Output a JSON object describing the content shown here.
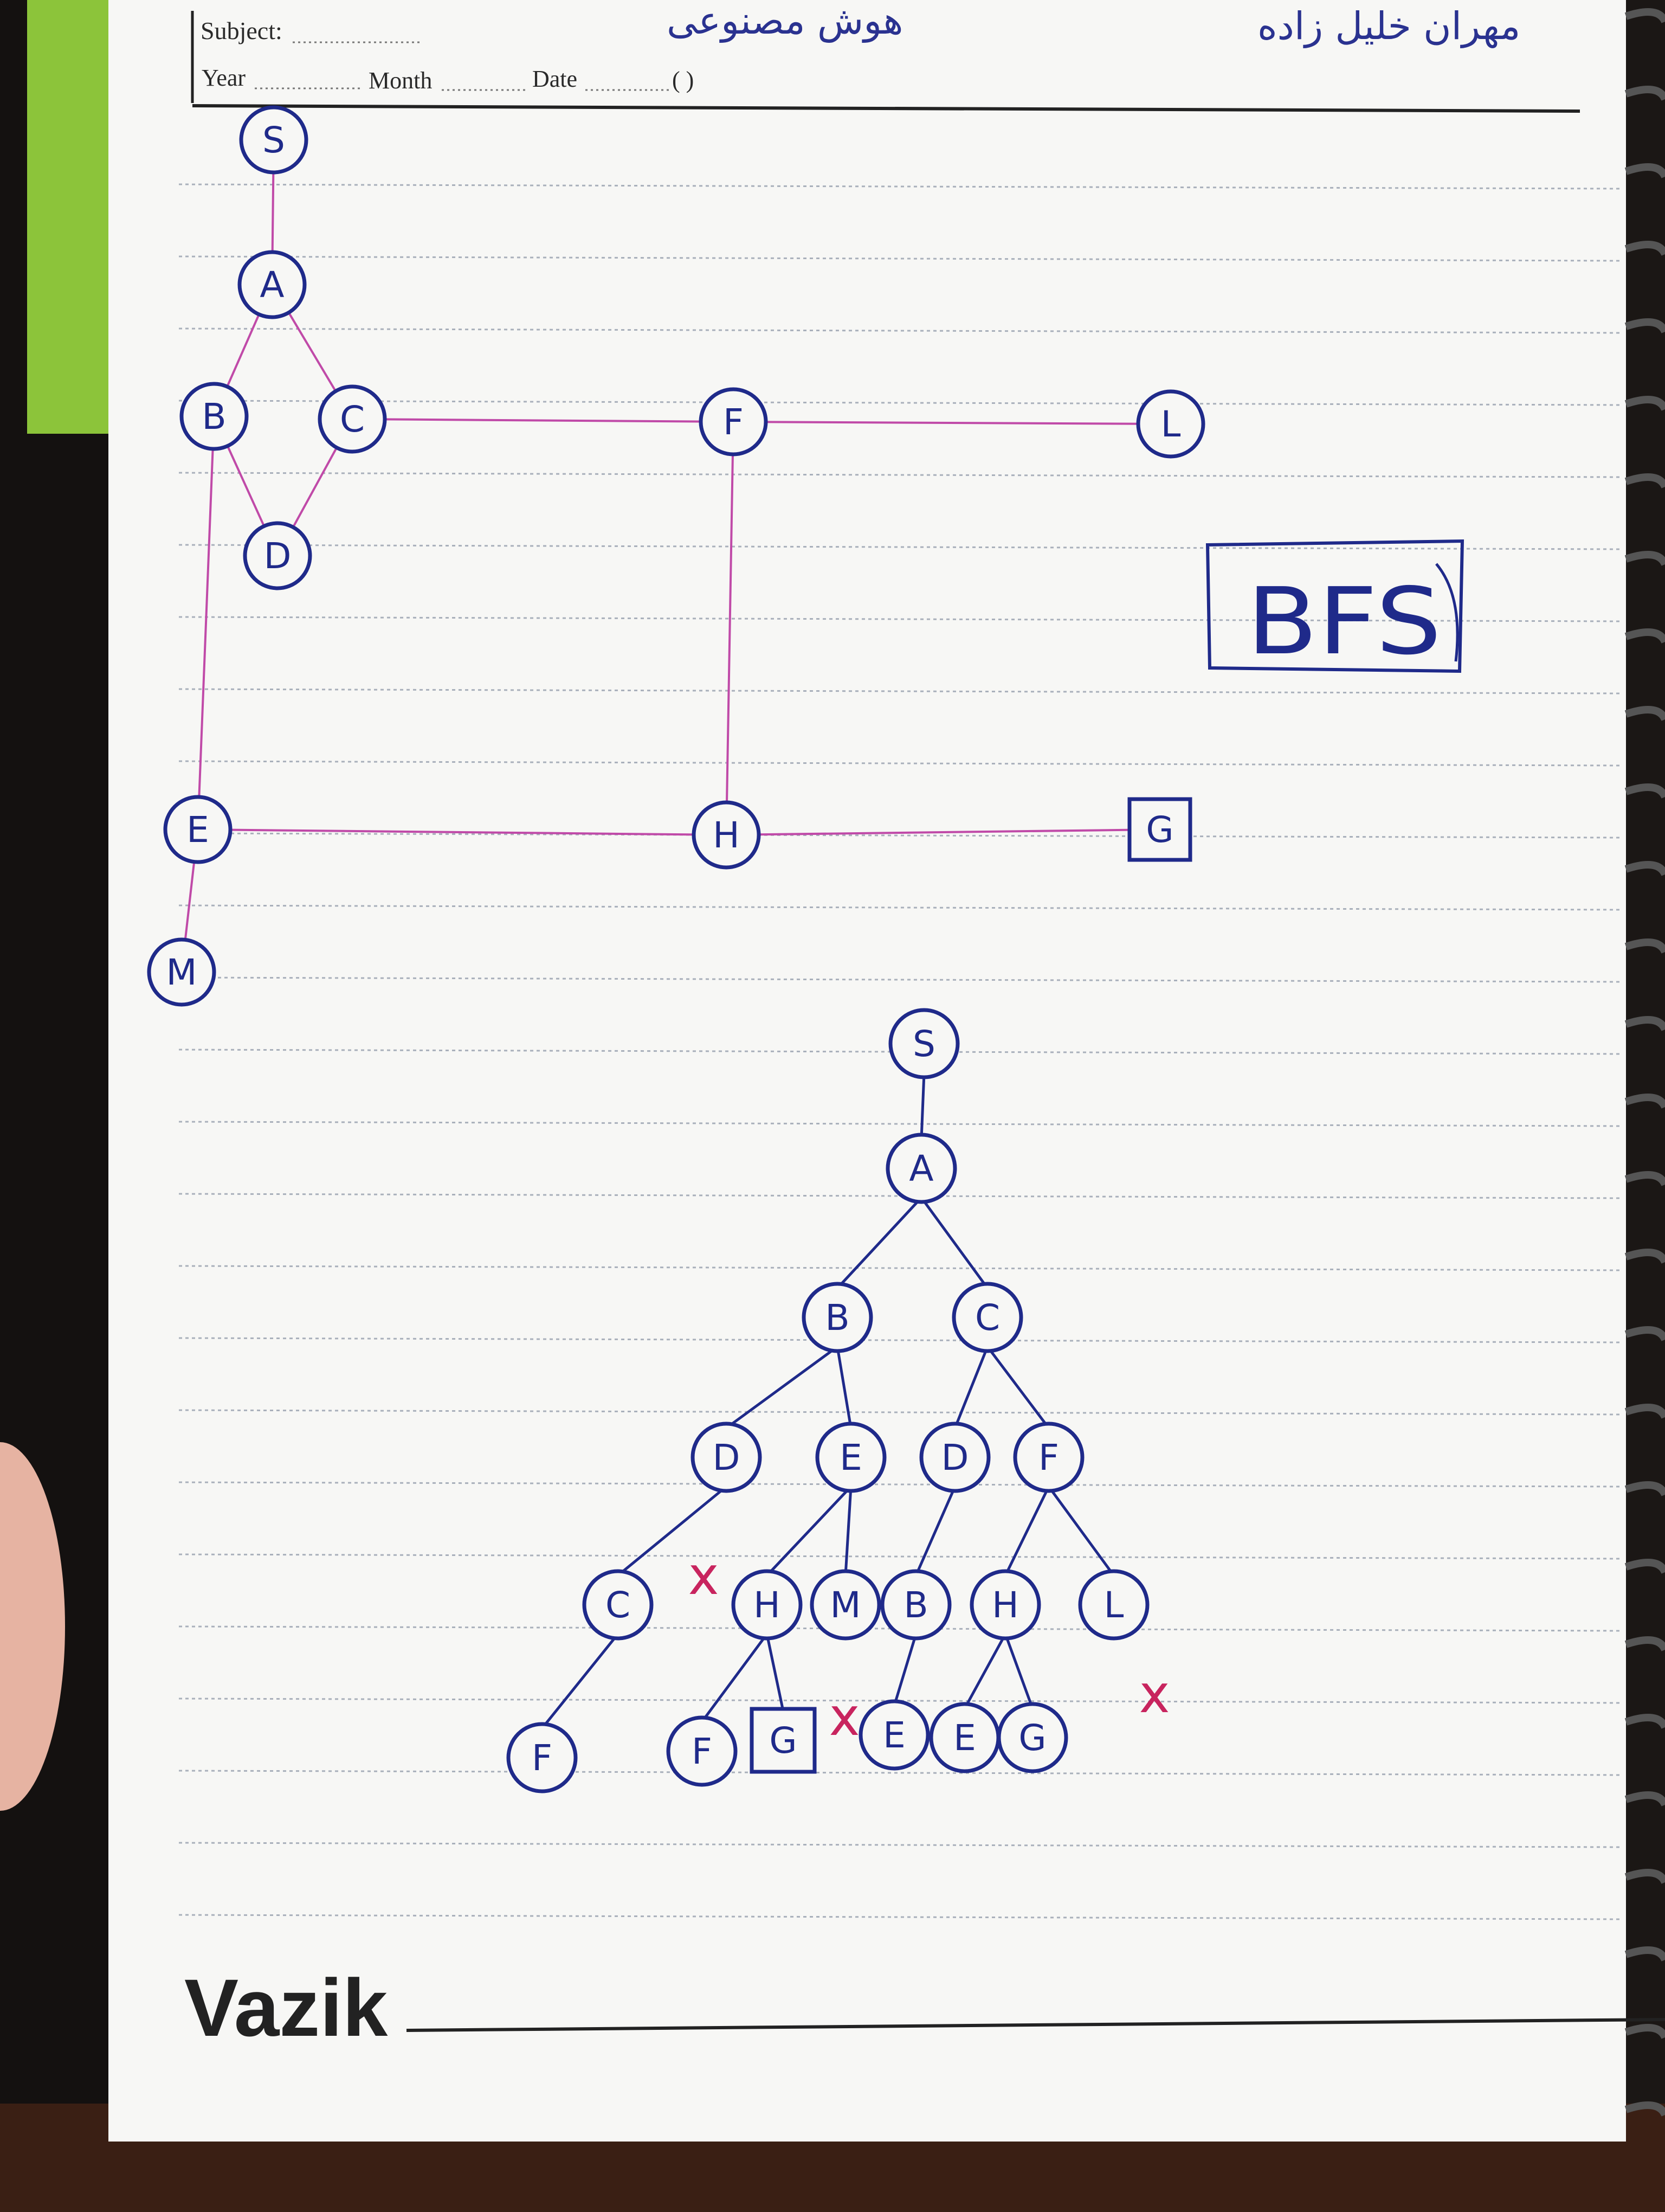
{
  "header": {
    "subject_label": "Subject:",
    "year_label": "Year",
    "month_label": "Month",
    "date_label": "Date",
    "parens": "( )",
    "subject_value": "هوش مصنوعی",
    "author": "مهران خلیل زاده"
  },
  "title_box": {
    "label": "BFS"
  },
  "graph": {
    "nodes": [
      {
        "id": "S",
        "label": "S"
      },
      {
        "id": "A",
        "label": "A"
      },
      {
        "id": "B",
        "label": "B"
      },
      {
        "id": "C",
        "label": "C"
      },
      {
        "id": "D",
        "label": "D"
      },
      {
        "id": "F",
        "label": "F"
      },
      {
        "id": "L",
        "label": "L"
      },
      {
        "id": "E",
        "label": "E"
      },
      {
        "id": "H",
        "label": "H"
      },
      {
        "id": "G",
        "label": "G",
        "goal": true
      },
      {
        "id": "M",
        "label": "M"
      }
    ],
    "edges": [
      [
        "S",
        "A"
      ],
      [
        "A",
        "B"
      ],
      [
        "A",
        "C"
      ],
      [
        "B",
        "D"
      ],
      [
        "C",
        "D"
      ],
      [
        "C",
        "F"
      ],
      [
        "F",
        "L"
      ],
      [
        "B",
        "E"
      ],
      [
        "F",
        "H"
      ],
      [
        "E",
        "H"
      ],
      [
        "H",
        "G"
      ],
      [
        "E",
        "M"
      ]
    ]
  },
  "tree": {
    "nodes": [
      {
        "id": "t_S",
        "label": "S"
      },
      {
        "id": "t_A",
        "label": "A"
      },
      {
        "id": "t_B",
        "label": "B"
      },
      {
        "id": "t_C",
        "label": "C"
      },
      {
        "id": "t_D1",
        "label": "D"
      },
      {
        "id": "t_E1",
        "label": "E"
      },
      {
        "id": "t_D2",
        "label": "D"
      },
      {
        "id": "t_F1",
        "label": "F"
      },
      {
        "id": "t_C2",
        "label": "C"
      },
      {
        "id": "t_H1",
        "label": "H"
      },
      {
        "id": "t_M",
        "label": "M"
      },
      {
        "id": "t_B2",
        "label": "B"
      },
      {
        "id": "t_H2",
        "label": "H"
      },
      {
        "id": "t_L",
        "label": "L"
      },
      {
        "id": "t_F2",
        "label": "F"
      },
      {
        "id": "t_F3",
        "label": "F"
      },
      {
        "id": "t_G1",
        "label": "G",
        "goal": true
      },
      {
        "id": "t_E2",
        "label": "E"
      },
      {
        "id": "t_E3",
        "label": "E"
      },
      {
        "id": "t_G2",
        "label": "G"
      }
    ],
    "edges": [
      [
        "t_S",
        "t_A"
      ],
      [
        "t_A",
        "t_B"
      ],
      [
        "t_A",
        "t_C"
      ],
      [
        "t_B",
        "t_D1"
      ],
      [
        "t_B",
        "t_E1"
      ],
      [
        "t_C",
        "t_D2"
      ],
      [
        "t_C",
        "t_F1"
      ],
      [
        "t_D1",
        "t_C2"
      ],
      [
        "t_E1",
        "t_H1"
      ],
      [
        "t_E1",
        "t_M"
      ],
      [
        "t_D2",
        "t_B2"
      ],
      [
        "t_F1",
        "t_H2"
      ],
      [
        "t_F1",
        "t_L"
      ],
      [
        "t_C2",
        "t_F2"
      ],
      [
        "t_H1",
        "t_F3"
      ],
      [
        "t_H1",
        "t_G1"
      ],
      [
        "t_B2",
        "t_E2"
      ],
      [
        "t_H2",
        "t_E3"
      ],
      [
        "t_H2",
        "t_G2"
      ]
    ],
    "cross_marks": [
      "x",
      "x",
      "x"
    ]
  },
  "footer": {
    "brand": "Vazik"
  },
  "colors": {
    "ink": "#1f2a8a",
    "graph_line": "#c04aa8",
    "cross": "#c8245e",
    "paper": "#f7f7f5",
    "rule": "#a9b0bb"
  }
}
